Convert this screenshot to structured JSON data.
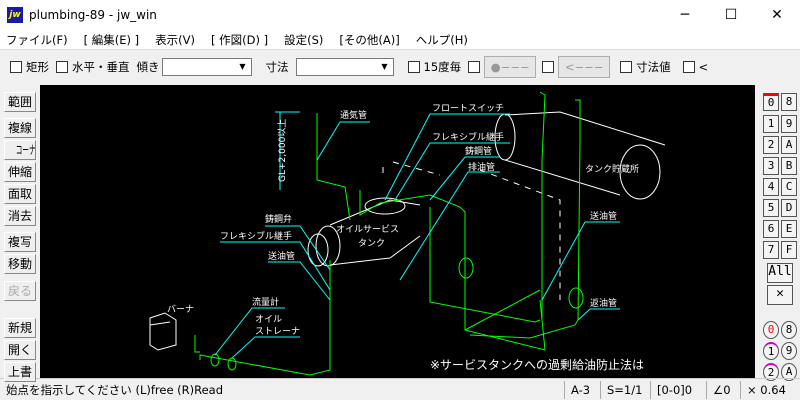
{
  "window": {
    "title": "plumbing-89 - jw_win",
    "icon": "jw",
    "minimize": "─",
    "maximize": "☐",
    "close": "✕"
  },
  "menu": [
    "ファイル(F)",
    "[ 編集(E) ]",
    "表示(V)",
    "[ 作図(D) ]",
    "設定(S)",
    "[その他(A)]",
    "ヘルプ(H)"
  ],
  "toolbar": {
    "rect": "矩形",
    "hv": "水平・垂直",
    "tilt": "傾き",
    "tilt_value": "",
    "dim": "寸法",
    "dim_value": "",
    "deg15": "15度毎",
    "btn1": "●−−−",
    "btn2": "<−−−",
    "dimval": "寸法値",
    "lt": "<"
  },
  "left_tools": [
    "範囲",
    "複線",
    "コーナー",
    "伸縮",
    "面取",
    "消去",
    "複写",
    "移動",
    "戻る",
    "新規",
    "開く",
    "上書"
  ],
  "layers": [
    "0",
    "8",
    "1",
    "9",
    "2",
    "A",
    "3",
    "B",
    "4",
    "C",
    "5",
    "D",
    "6",
    "E",
    "7",
    "F"
  ],
  "layer_all": "All",
  "layer_clear": "✕",
  "groups": [
    "0",
    "8",
    "1",
    "9",
    "2",
    "A"
  ],
  "drawing": {
    "labels": {
      "vent": "通気管",
      "gl": "GL+2,000以上",
      "float": "フロートスイッチ",
      "flex1": "フレキシブル継手",
      "steel_pipe": "鋳鋼管",
      "drain": "排油管",
      "tank_store": "タンク貯蔵所",
      "service_tank_1": "オイルサービス",
      "service_tank_2": "タンク",
      "steel_valve": "鋳鋼弁",
      "flex2": "フレキシブル継手",
      "feed1": "送油管",
      "feed2": "送油管",
      "return": "返油管",
      "flowmeter": "流量計",
      "strainer_1": "オイル",
      "strainer_2": "ストレーナ",
      "burner": "バーナ",
      "note": "※サービスタンクへの過剰給油防止法は"
    },
    "colors": {
      "pipe": "#00ff00",
      "leader": "#00ffff",
      "outline": "#ffffff",
      "background": "#000000"
    }
  },
  "status": {
    "message": "始点を指示してください (L)free (R)Read",
    "paper": "A-3",
    "scale": "S=1/1",
    "layer": "[0-0]0",
    "angle": "∠0",
    "zoom": "× 0.64"
  }
}
